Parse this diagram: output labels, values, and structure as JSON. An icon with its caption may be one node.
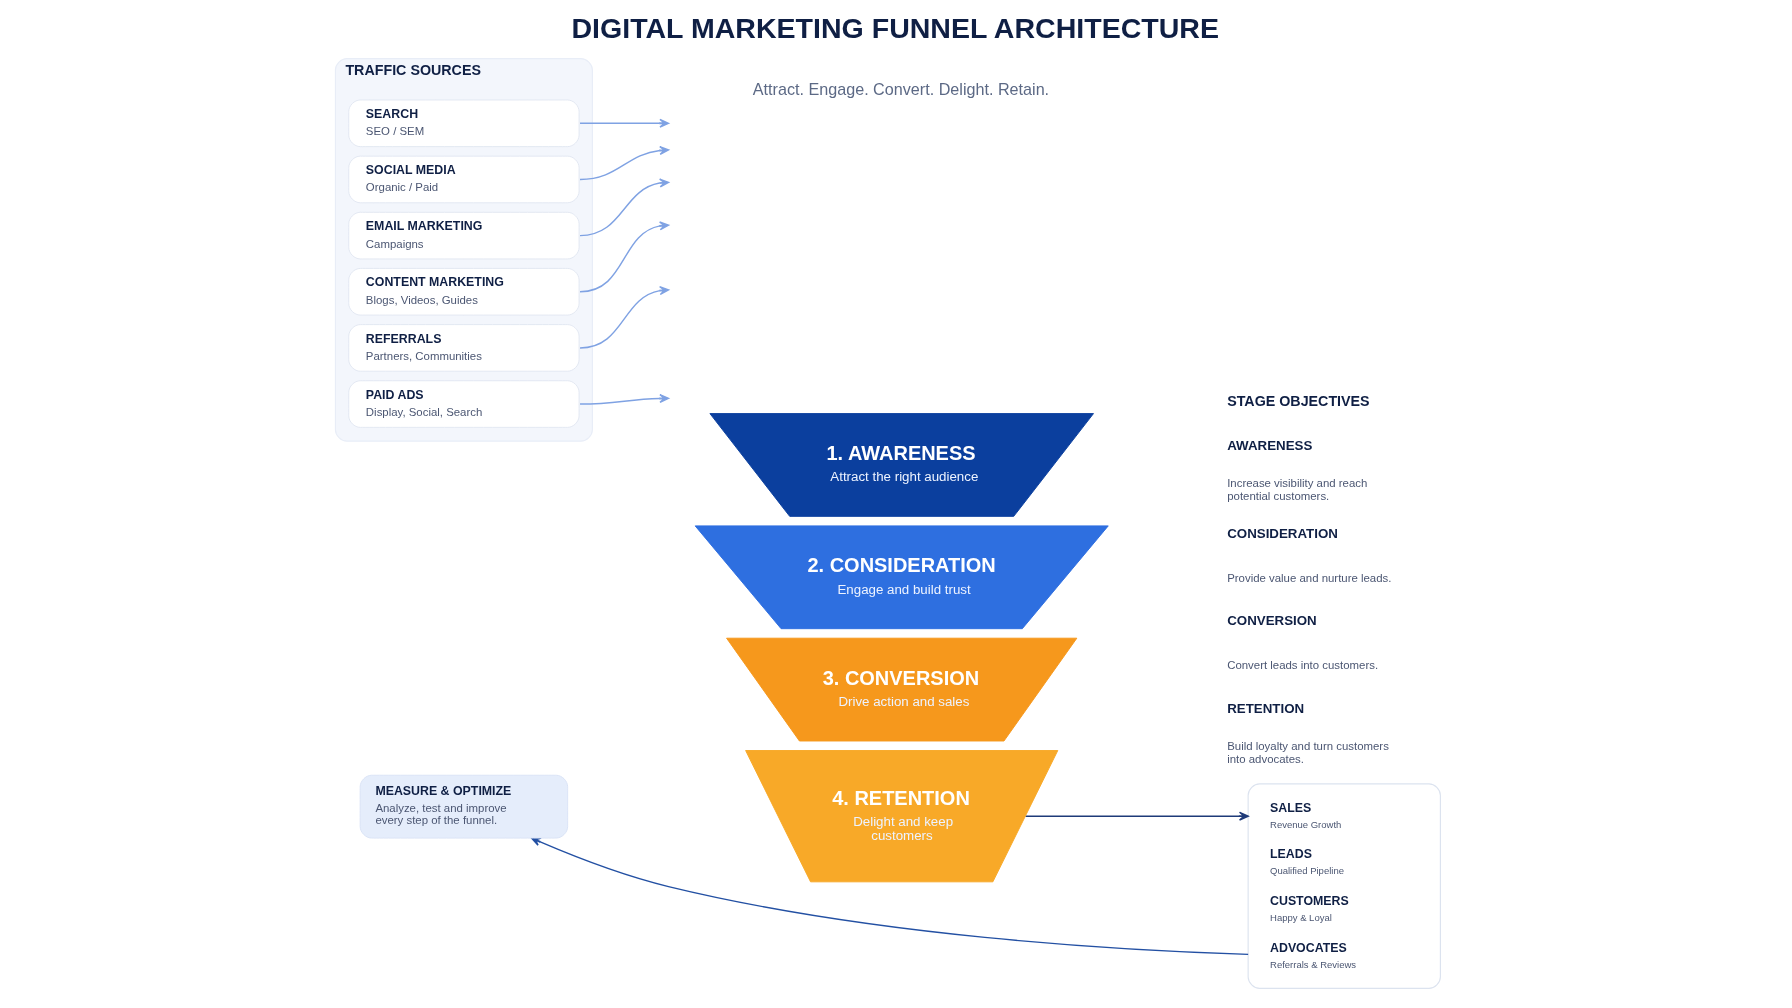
{
  "diagram": {
    "title": "DIGITAL MARKETING FUNNEL ARCHITECTURE",
    "nodes": [
      {
        "text": [
          "TRAFFIC SOURCES"
        ]
      },
      {
        "text": [
          "SEARCH",
          "SEO / SEM"
        ],
        "in": 0
      },
      {
        "text": [
          "SOCIAL MEDIA",
          "Organic / Paid"
        ],
        "in": 0
      },
      {
        "text": [
          "EMAIL MARKETING",
          "Campaigns"
        ],
        "in": 0
      },
      {
        "text": [
          "CONTENT MARKETING",
          "Blogs, Videos, Guides"
        ],
        "in": 0
      },
      {
        "text": [
          "REFERRALS",
          "Partners, Communities"
        ],
        "in": 0
      },
      {
        "text": [
          "PAID ADS",
          "Display, Social, Search"
        ],
        "in": 0
      },
      {
        "text": [
          "1. AWARENESS",
          "Attract the right audience"
        ]
      },
      {
        "text": [
          "2. CONSIDERATION",
          "Engage and build trust"
        ]
      },
      {
        "text": [
          "3. CONVERSION",
          "Drive action and sales"
        ]
      },
      {
        "text": [
          "4. RETENTION",
          "Delight and keep customers"
        ]
      },
      {
        "text": [
          "MEASURE & OPTIMIZE",
          "Analyze, test and improve every step of the funnel."
        ]
      },
      {
        "text": [],
        "shape": "box"
      },
      {
        "text": [
          "SALES",
          "Revenue Growth"
        ],
        "in": 12
      },
      {
        "text": [
          "LEADS",
          "Qualified Pipeline"
        ],
        "in": 12
      },
      {
        "text": [
          "CUSTOMERS",
          "Happy & Loyal"
        ],
        "in": 12
      },
      {
        "text": [
          "ADVOCATES",
          "Referrals & Reviews"
        ],
        "in": 12
      }
    ],
    "edges": [
      {
        "from": 1,
        "to": null,
        "arrow": "to"
      },
      {
        "from": 2,
        "to": null,
        "arrow": "to"
      },
      {
        "from": 3,
        "to": null,
        "arrow": "to"
      },
      {
        "from": 4,
        "to": null,
        "arrow": "to"
      },
      {
        "from": 5,
        "to": null,
        "arrow": "to"
      },
      {
        "from": 6,
        "to": null,
        "arrow": "to"
      },
      {
        "from": 10,
        "to": 12,
        "arrow": "to",
        "color": "#1e3a78"
      },
      {
        "from": 12,
        "to": 11,
        "arrow": "to",
        "color": "#2350a3"
      }
    ],
    "labels": [
      "Attract. Engage. Convert. Delight. Retain.",
      "STAGE OBJECTIVES",
      "AWARENESS",
      "Increase visibility and reach potential customers.",
      "CONSIDERATION",
      "Provide value and nurture leads.",
      "CONVERSION",
      "Convert leads into customers.",
      "RETENTION",
      "Build loyalty and turn customers into advocates."
    ]
  }
}
